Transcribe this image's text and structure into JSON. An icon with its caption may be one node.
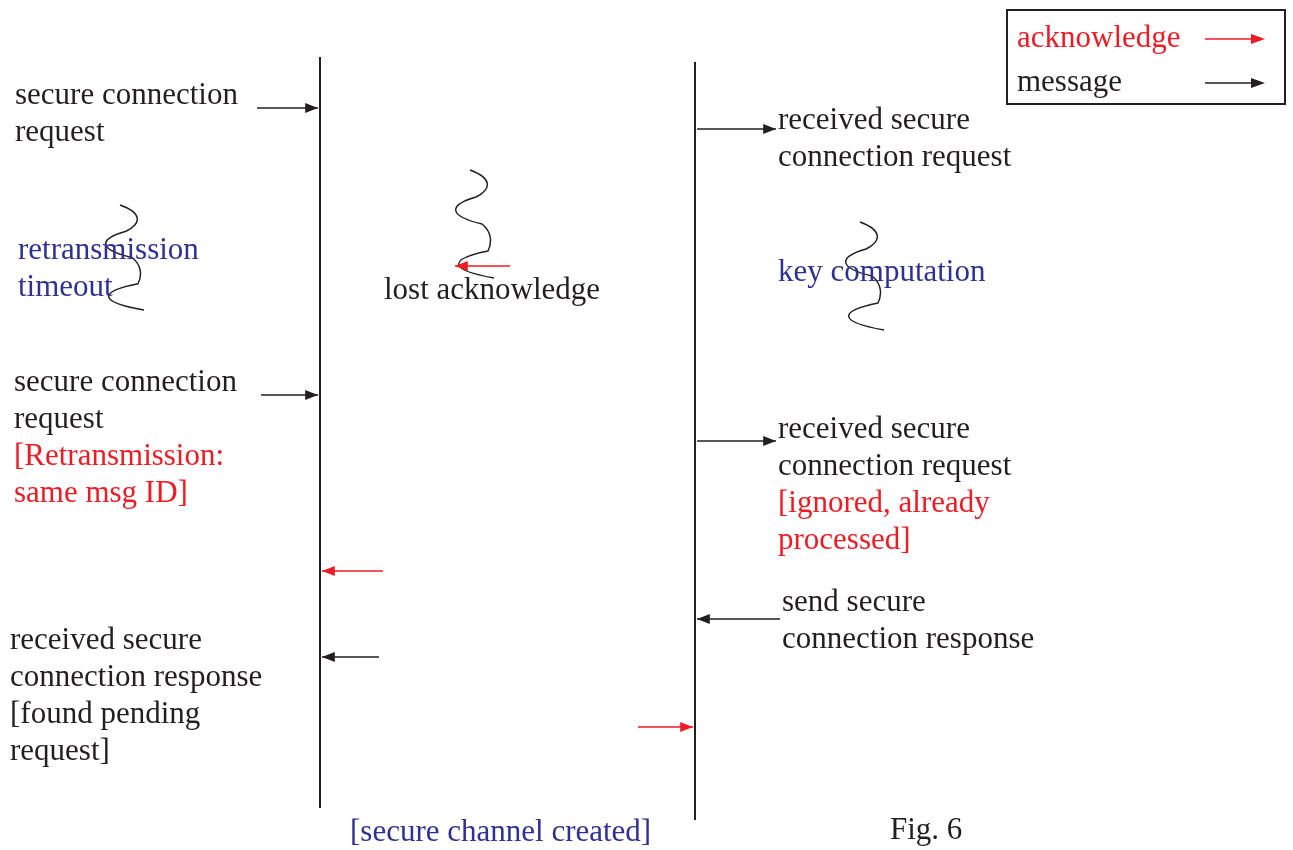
{
  "diagram": {
    "caption": "Fig. 6",
    "nodes": [
      {
        "text": [],
        "shape": "line"
      },
      {
        "text": [],
        "shape": "line"
      },
      {
        "text": [
          "secure connection request"
        ]
      },
      {
        "text": [
          "received secure connection request"
        ]
      },
      {
        "text": [
          "lost acknowledge"
        ]
      },
      {
        "text": [
          "secure connection request",
          "[Retransmission: same msg ID]"
        ]
      },
      {
        "text": [
          "received secure connection request",
          "[ignored, already processed]"
        ]
      },
      {
        "text": [
          "send secure connection response"
        ]
      },
      {
        "text": [
          "received secure connection response",
          "[found pending request]"
        ]
      }
    ],
    "edges": [
      {
        "from": 2,
        "to": 0,
        "arrow": "to"
      },
      {
        "from": 1,
        "to": 3,
        "arrow": "to"
      },
      {
        "from": null,
        "to": 4,
        "arrow": "to",
        "color": "#ed1c24"
      },
      {
        "from": 5,
        "to": 0,
        "arrow": "to"
      },
      {
        "from": 1,
        "to": 6,
        "arrow": "to"
      },
      {
        "from": null,
        "to": 0,
        "arrow": "to",
        "color": "#ed1c24"
      },
      {
        "from": 7,
        "to": 1,
        "arrow": "to"
      },
      {
        "from": null,
        "to": 0,
        "arrow": "to"
      },
      {
        "from": null,
        "to": 1,
        "arrow": "to",
        "color": "#ed1c24"
      }
    ],
    "labels": [
      "retransmission timeout",
      "key computation",
      "[secure channel created]"
    ],
    "legend": [
      {
        "text": "acknowledge"
      },
      {
        "text": "message"
      }
    ]
  }
}
